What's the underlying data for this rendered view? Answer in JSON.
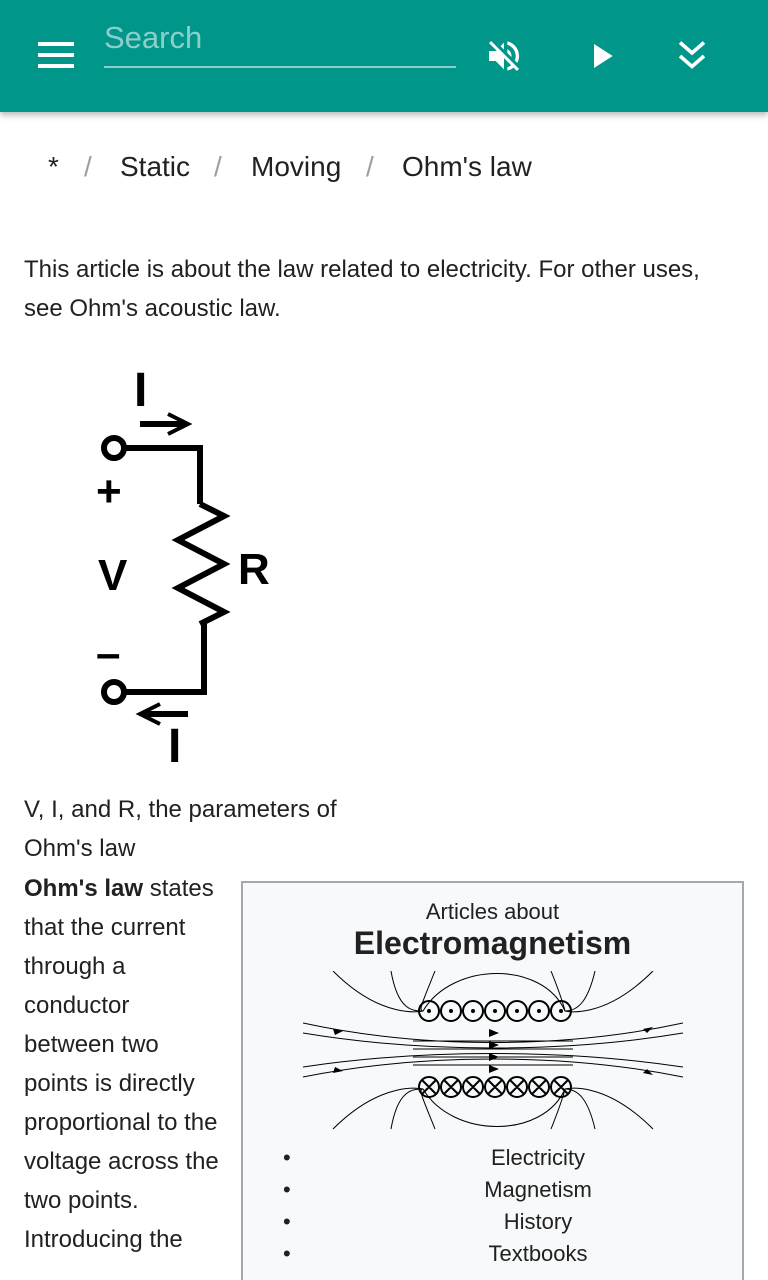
{
  "appbar": {
    "search_placeholder": "Search",
    "icons": [
      "menu-icon",
      "volume-off-icon",
      "play-icon",
      "double-chevron-down-icon"
    ],
    "accent_color": "#00968a"
  },
  "breadcrumb": {
    "items": [
      "*",
      "Static",
      "Moving",
      "Ohm's law"
    ],
    "separator": "/"
  },
  "article": {
    "intro": "This article is about the law related to electricity. For other uses, see Ohm's acoustic law.",
    "figure": {
      "label_current_top": "I",
      "label_plus": "+",
      "label_voltage": "V",
      "label_resistance": "R",
      "label_minus": "–",
      "label_current_bottom": "I"
    },
    "caption": "V, I, and R, the parameters of Ohm's law",
    "body_bold": "Ohm's law",
    "body_text": " states that the current through a conductor between two points is directly proportional to the voltage across the two points. Introducing the"
  },
  "infobox": {
    "pre_title": "Articles about",
    "title": "Electromagnetism",
    "items": [
      "Electricity",
      "Magnetism",
      "History",
      "Textbooks"
    ]
  }
}
